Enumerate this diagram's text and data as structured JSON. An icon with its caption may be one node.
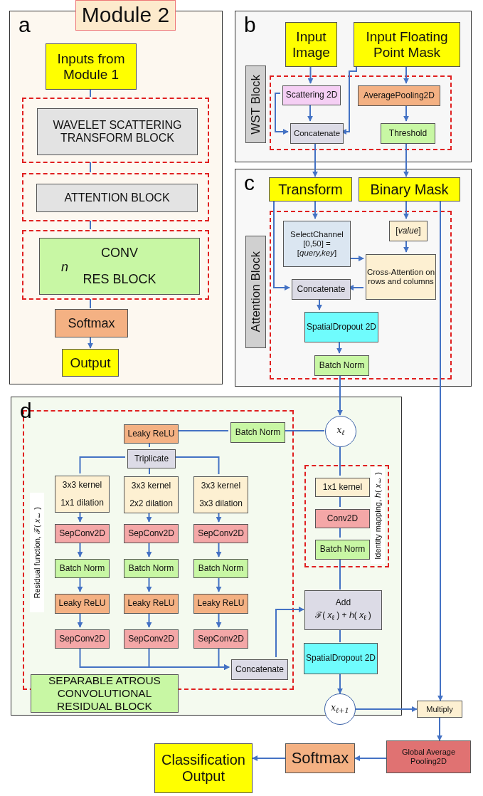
{
  "diagram": {
    "nodes": [
      {
        "text": [
          "a"
        ]
      },
      {
        "text": [
          "Module 2"
        ]
      },
      {
        "text": [
          "Inputs from Module 1"
        ],
        "in": 0
      },
      {
        "text": [],
        "shape": "box",
        "in": 0
      },
      {
        "text": [
          "WAVELET SCATTERING TRANSFORM BLOCK"
        ],
        "in": 3
      },
      {
        "text": [],
        "shape": "box",
        "in": 0
      },
      {
        "text": [
          "ATTENTION BLOCK"
        ],
        "in": 5
      },
      {
        "text": [],
        "shape": "box",
        "in": 0
      },
      {
        "text": [
          "n",
          "CONV",
          "RES BLOCK"
        ],
        "in": 7
      },
      {
        "text": [
          "Softmax"
        ],
        "in": 0
      },
      {
        "text": [
          "Output"
        ],
        "in": 0
      },
      {
        "text": [
          "b"
        ]
      },
      {
        "text": [
          "Input Image"
        ],
        "in": 11
      },
      {
        "text": [
          "Input Floating Point Mask"
        ],
        "in": 11
      },
      {
        "text": [
          "WST Block"
        ],
        "in": 11
      },
      {
        "text": [],
        "shape": "box",
        "in": 11
      },
      {
        "text": [
          "Scattering 2D"
        ],
        "in": 15
      },
      {
        "text": [
          "AveragePooling2D"
        ],
        "in": 15
      },
      {
        "text": [
          "Concatenate"
        ],
        "in": 15
      },
      {
        "text": [
          "Threshold"
        ],
        "in": 15
      },
      {
        "text": [
          "c"
        ]
      },
      {
        "text": [
          "Transform"
        ],
        "in": 20
      },
      {
        "text": [
          "Binary Mask"
        ],
        "in": 20
      },
      {
        "text": [
          "Attention Block"
        ],
        "in": 20
      },
      {
        "text": [],
        "shape": "box",
        "in": 20
      },
      {
        "text": [
          "SelectChannel [0,50] = [*query,key*]"
        ],
        "in": 24
      },
      {
        "text": [
          "[*value*]"
        ],
        "in": 24
      },
      {
        "text": [
          "Cross-Attention on rows and columns"
        ],
        "in": 24
      },
      {
        "text": [
          "Concatenate"
        ],
        "in": 24
      },
      {
        "text": [
          "SpatialDropout 2D"
        ],
        "in": 24
      },
      {
        "text": [
          "Batch Norm"
        ],
        "in": 24
      },
      {
        "text": [
          "d"
        ]
      },
      {
        "text": [],
        "shape": "box",
        "in": 31
      },
      {
        "text": [
          "Leaky ReLU"
        ],
        "in": 32
      },
      {
        "text": [
          "Batch Norm"
        ],
        "in": 32
      },
      {
        "text": [
          "Triplicate"
        ],
        "in": 32
      },
      {
        "text": [
          "3x3 kernel",
          "1x1 dilation"
        ],
        "in": 32
      },
      {
        "text": [
          "3x3 kernel",
          "2x2 dilation"
        ],
        "in": 32
      },
      {
        "text": [
          "3x3 kernel",
          "3x3 dilation"
        ],
        "in": 32
      },
      {
        "text": [
          "SepConv2D"
        ],
        "in": 32
      },
      {
        "text": [
          "SepConv2D"
        ],
        "in": 32
      },
      {
        "text": [
          "SepConv2D"
        ],
        "in": 32
      },
      {
        "text": [
          "Batch Norm"
        ],
        "in": 32
      },
      {
        "text": [
          "Batch Norm"
        ],
        "in": 32
      },
      {
        "text": [
          "Batch Norm"
        ],
        "in": 32
      },
      {
        "text": [
          "Leaky ReLU"
        ],
        "in": 32
      },
      {
        "text": [
          "Leaky ReLU"
        ],
        "in": 32
      },
      {
        "text": [
          "Leaky ReLU"
        ],
        "in": 32
      },
      {
        "text": [
          "SepConv2D"
        ],
        "in": 32
      },
      {
        "text": [
          "SepConv2D"
        ],
        "in": 32
      },
      {
        "text": [
          "SepConv2D"
        ],
        "in": 32
      },
      {
        "text": [
          "Concatenate"
        ],
        "in": 32
      },
      {
        "text": [
          "SEPARABLE ATROUS CONVOLUTIONAL RESIDUAL BLOCK"
        ],
        "in": 31
      },
      {
        "text": [
          "x$_{ℓ}$"
        ],
        "in": 31
      },
      {
        "text": [],
        "shape": "box",
        "in": 31
      },
      {
        "text": [
          "1x1 kernel"
        ],
        "in": 54
      },
      {
        "text": [
          "Conv2D"
        ],
        "in": 54
      },
      {
        "text": [
          "Batch Norm"
        ],
        "in": 54
      },
      {
        "text": [
          "Add",
          "ℱ( *x*$_{ℓ}$ ) + ℎ( *x*$_{ℓ}$ )"
        ],
        "in": 31
      },
      {
        "text": [
          "SpatialDropout 2D"
        ],
        "in": 31
      },
      {
        "text": [
          "x$_{ℓ+1}$"
        ]
      },
      {
        "text": [
          "Multiply"
        ]
      },
      {
        "text": [
          "Global Average Pooling2D"
        ]
      },
      {
        "text": [
          "Softmax"
        ]
      },
      {
        "text": [
          "Classification Output"
        ]
      }
    ],
    "edges": [
      {
        "from": 2,
        "to": 3,
        "arrow": "none"
      },
      {
        "from": 3,
        "to": 5,
        "arrow": "none"
      },
      {
        "from": 5,
        "to": 7,
        "arrow": "none"
      },
      {
        "from": 7,
        "to": 9,
        "arrow": "none"
      },
      {
        "from": 9,
        "to": 10,
        "arrow": "to"
      },
      {
        "from": 12,
        "to": 16,
        "arrow": "to"
      },
      {
        "from": 13,
        "to": 17,
        "arrow": "to"
      },
      {
        "from": 13,
        "to": 18,
        "arrow": "to"
      },
      {
        "from": 16,
        "to": 18,
        "arrow": "to"
      },
      {
        "from": 16,
        "to": 18,
        "arrow": "to"
      },
      {
        "from": 17,
        "to": 19,
        "arrow": "to"
      },
      {
        "from": 18,
        "to": 21,
        "arrow": "to"
      },
      {
        "from": 19,
        "to": 22,
        "arrow": "to"
      },
      {
        "from": 21,
        "to": 25,
        "arrow": "to"
      },
      {
        "from": 21,
        "to": 28,
        "arrow": "to"
      },
      {
        "from": 22,
        "to": 26,
        "arrow": "to"
      },
      {
        "from": 26,
        "to": 27,
        "arrow": "to"
      },
      {
        "from": 25,
        "to": 27,
        "arrow": "to"
      },
      {
        "from": 27,
        "to": 28,
        "arrow": "to"
      },
      {
        "from": 28,
        "to": 29,
        "arrow": "to"
      },
      {
        "from": 29,
        "to": 30,
        "arrow": "to"
      },
      {
        "from": 30,
        "to": 53,
        "arrow": "to"
      },
      {
        "from": 22,
        "to": 61,
        "arrow": "to"
      },
      {
        "from": 53,
        "to": 34,
        "arrow": "none"
      },
      {
        "from": 34,
        "to": 33,
        "arrow": "none"
      },
      {
        "from": 33,
        "to": 35,
        "arrow": "none"
      },
      {
        "from": 35,
        "to": 36,
        "arrow": "none"
      },
      {
        "from": 35,
        "to": 37,
        "arrow": "none"
      },
      {
        "from": 35,
        "to": 38,
        "arrow": "none"
      },
      {
        "from": 36,
        "to": 39,
        "arrow": "to"
      },
      {
        "from": 37,
        "to": 40,
        "arrow": "to"
      },
      {
        "from": 38,
        "to": 41,
        "arrow": "to"
      },
      {
        "from": 39,
        "to": 42,
        "arrow": "to"
      },
      {
        "from": 40,
        "to": 43,
        "arrow": "to"
      },
      {
        "from": 41,
        "to": 44,
        "arrow": "to"
      },
      {
        "from": 42,
        "to": 45,
        "arrow": "to"
      },
      {
        "from": 43,
        "to": 46,
        "arrow": "to"
      },
      {
        "from": 44,
        "to": 47,
        "arrow": "to"
      },
      {
        "from": 45,
        "to": 48,
        "arrow": "to"
      },
      {
        "from": 46,
        "to": 49,
        "arrow": "to"
      },
      {
        "from": 47,
        "to": 50,
        "arrow": "to"
      },
      {
        "from": 48,
        "to": 51,
        "arrow": "to"
      },
      {
        "from": 49,
        "to": 51,
        "arrow": "to"
      },
      {
        "from": 50,
        "to": 51,
        "arrow": "to"
      },
      {
        "from": 51,
        "to": 58,
        "arrow": "to"
      },
      {
        "from": 53,
        "to": 55,
        "arrow": "none"
      },
      {
        "from": 55,
        "to": 56,
        "arrow": "none"
      },
      {
        "from": 56,
        "to": 57,
        "arrow": "none"
      },
      {
        "from": 57,
        "to": 58,
        "arrow": "none"
      },
      {
        "from": 58,
        "to": 59,
        "arrow": "none"
      },
      {
        "from": 59,
        "to": 60,
        "arrow": "to"
      },
      {
        "from": 60,
        "to": 61,
        "arrow": "to"
      },
      {
        "from": 61,
        "to": 62,
        "arrow": "to"
      },
      {
        "from": 62,
        "to": 63,
        "arrow": "to"
      },
      {
        "from": 63,
        "to": 64,
        "arrow": "to"
      }
    ],
    "labels": [
      "Residual function, ℱ( *x*$_{ℓ}$ )",
      "Identity mapping, ℎ( *x*$_{ℓ}$ )"
    ]
  }
}
